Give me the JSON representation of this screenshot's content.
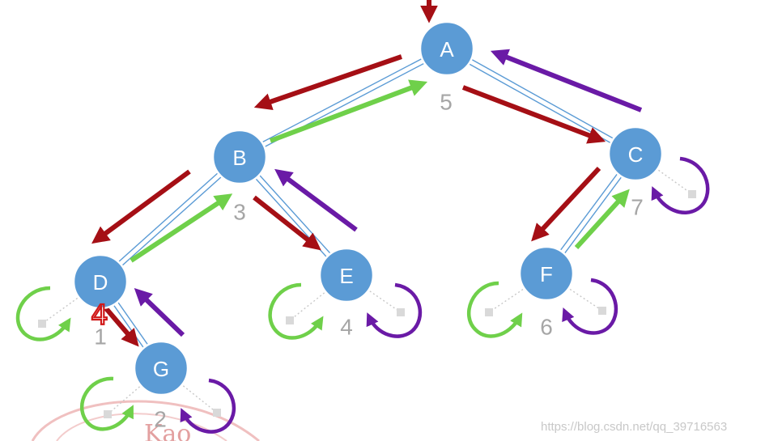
{
  "colors": {
    "node_fill": "#5b9bd5",
    "node_stroke": "#ffffff",
    "edge": "#5b9bd5",
    "order_text": "#a6a6a6",
    "descend_arrow": "#a50f15",
    "return_left_arrow": "#6fd04a",
    "return_right_arrow": "#6a1aa6",
    "null_link": "#c8c8c8",
    "stamp": "#e3a0a0",
    "watermark": "#c8c8c8"
  },
  "nodes": [
    {
      "id": "A",
      "label": "A",
      "order": "5"
    },
    {
      "id": "B",
      "label": "B",
      "order": "3"
    },
    {
      "id": "C",
      "label": "C",
      "order": "7"
    },
    {
      "id": "D",
      "label": "D",
      "order": "1"
    },
    {
      "id": "E",
      "label": "E",
      "order": "4"
    },
    {
      "id": "F",
      "label": "F",
      "order": "6"
    },
    {
      "id": "G",
      "label": "G",
      "order": "2"
    }
  ],
  "edges": [
    {
      "from": "A",
      "to": "B"
    },
    {
      "from": "A",
      "to": "C"
    },
    {
      "from": "B",
      "to": "D"
    },
    {
      "from": "B",
      "to": "E"
    },
    {
      "from": "C",
      "to": "F"
    },
    {
      "from": "D",
      "to": "G"
    }
  ],
  "handwritten_mark": "4",
  "stamp_text": "Kao",
  "watermark": "https://blog.csdn.net/qq_39716563"
}
